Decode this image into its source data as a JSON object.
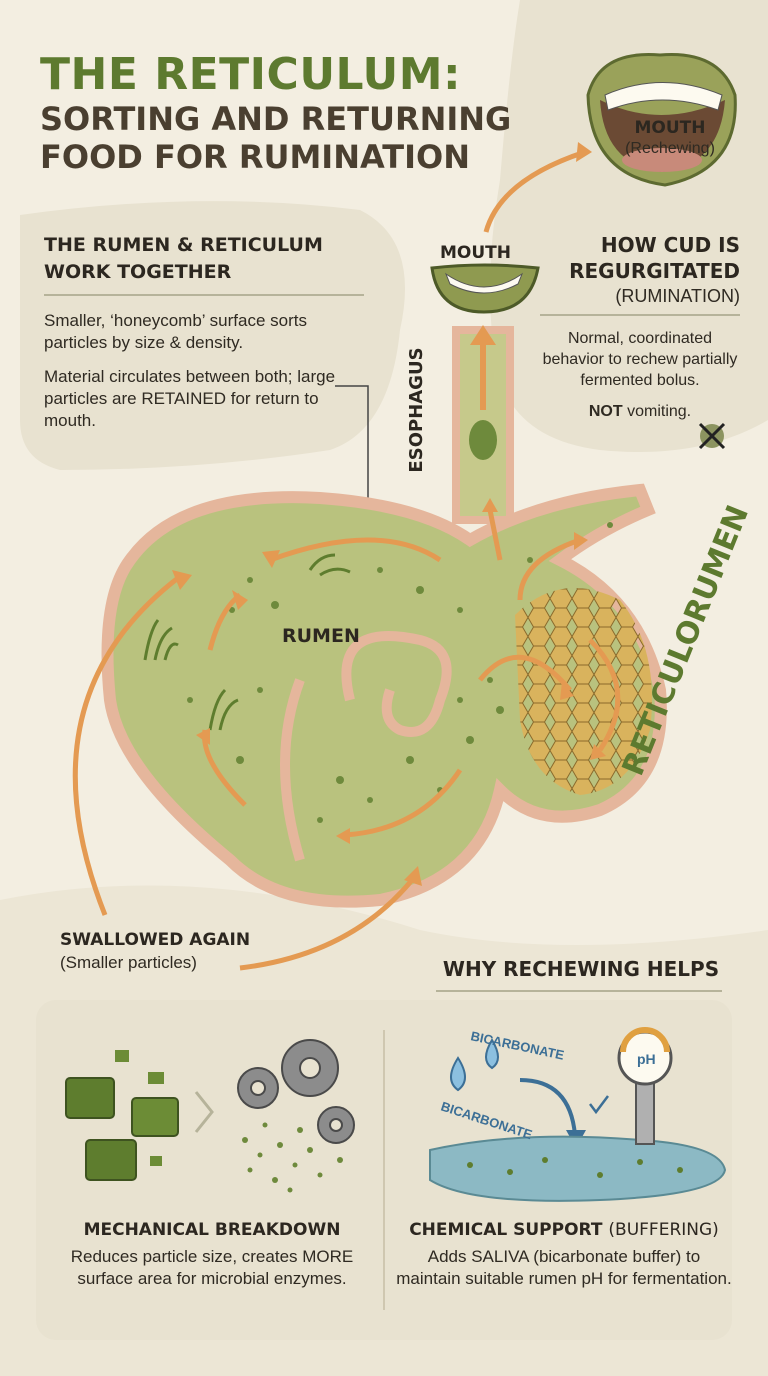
{
  "title": {
    "main": "THE RETICULUM:",
    "line2": "SORTING AND RETURNING",
    "line3": "FOOD FOR RUMINATION"
  },
  "left_panel": {
    "heading_line1": "THE RUMEN & RETICULUM",
    "heading_line2": "WORK TOGETHER",
    "text1": "Smaller, ‘honeycomb’ surface sorts particles by size & density.",
    "text2": "Material circulates between both; large particles are RETAINED for return to mouth."
  },
  "right_panel": {
    "heading_line1": "HOW CUD IS",
    "heading_line2": "REGURGITATED",
    "heading_line3": "(RUMINATION)",
    "text": "Normal, coordinated behavior to rechew partially fermented bolus.",
    "not_strong": "NOT",
    "not_rest": "vomiting."
  },
  "labels": {
    "mouth_small": "MOUTH",
    "mouth_big": "MOUTH",
    "rechewing": "(Rechewing)",
    "esophagus": "ESOPHAGUS",
    "rumen": "RUMEN",
    "reticulorumen": "RETICULORUMEN"
  },
  "swallowed": {
    "heading": "SWALLOWED AGAIN",
    "sub": "(Smaller particles)"
  },
  "why": {
    "title": "WHY RECHEWING HELPS",
    "mechanical": {
      "heading": "MECHANICAL BREAKDOWN",
      "text": "Reduces particle size, creates MORE surface area for microbial enzymes."
    },
    "chemical": {
      "heading_bold": "CHEMICAL SUPPORT",
      "heading_normal": "(BUFFERING)",
      "text": "Adds SALIVA (bicarbonate buffer) to maintain suitable rumen pH for fermentation."
    },
    "bicarbonate_top": "BICARBONATE",
    "bicarbonate_bottom": "BICARBONATE",
    "ph_label": "pH"
  },
  "colors": {
    "title_green": "#5d7a2f",
    "stomach_fill": "#b9c27e",
    "stomach_wall": "#e5b69c",
    "arrow_orange": "#e49a52",
    "honeycomb": "#d9b35d",
    "panel_bg": "#e8e2d0"
  },
  "icons": [
    "mouth-open-icon",
    "mouth-small-icon",
    "bolus-icon",
    "grass-icon",
    "honeycomb-icon",
    "no-vomit-icon",
    "feed-cubes-icon",
    "gears-icon",
    "water-drop-icon",
    "ph-meter-icon",
    "saliva-puddle-icon"
  ]
}
